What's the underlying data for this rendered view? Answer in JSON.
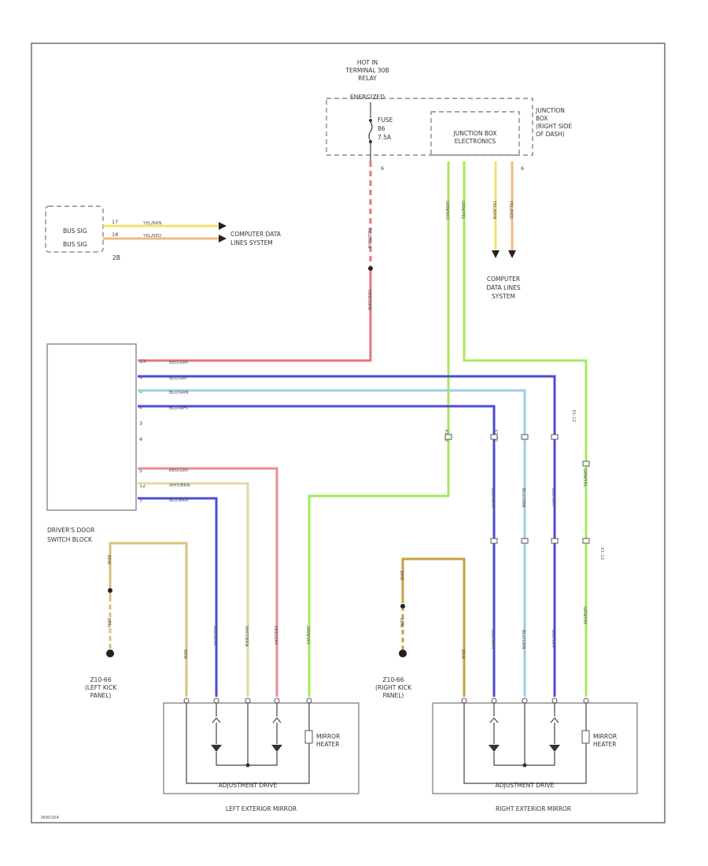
{
  "hot_in": {
    "line1": "HOT IN",
    "line2": "TERMINAL 30B",
    "line3": "RELAY",
    "line4": "ENERGIZED"
  },
  "fuse": {
    "label": "FUSE",
    "number": "86",
    "rating": "7.5A"
  },
  "junction_box": {
    "outer_line1": "JUNCTION",
    "outer_line2": "BOX",
    "outer_line3": "(RIGHT SIDE",
    "outer_line4": "OF DASH)",
    "electronics_line1": "JUNCTION BOX",
    "electronics_line2": "ELECTRONICS",
    "pin_fuse": "6",
    "pin_data": "6"
  },
  "bus_box": {
    "line1": "BUS SIG",
    "line2": "BUS SIG",
    "ref": "2B",
    "pin1": "17",
    "pin2": "18",
    "wire1": "YEL/BRN",
    "wire2": "YEL/RED"
  },
  "computer_data_lines_left": {
    "line1": "COMPUTER DATA",
    "line2": "LINES SYSTEM"
  },
  "computer_data_lines_right": {
    "line1": "COMPUTER",
    "line2": "DATA LINES",
    "line3": "SYSTEM"
  },
  "drivers_door_switch": {
    "line1": "DRIVER'S DOOR",
    "line2": "SWITCH BLOCK",
    "pins": [
      "13",
      "1",
      "8",
      "2",
      "3",
      "4",
      "5",
      "12",
      "7"
    ]
  },
  "wires": {
    "fuse_wire": "RED/GRN",
    "green_a": "GRN/VIO",
    "green_b": "GRN/YEL",
    "yellow_a": "YEL/BRN",
    "yellow_b": "YEL/RED",
    "red_gry": "RED/GRY",
    "blu_gry": "BLU/GRY",
    "blu_grn": "BLU/GRN",
    "blu_wht": "BLU/WHT",
    "red_gry_2": "RED/GRY",
    "wht_brn": "WHT/BRN",
    "blu_brn": "BLU/BRN",
    "brn": "BRN"
  },
  "connector_refs": [
    "X1-12",
    "X1-12",
    "X1-12",
    "X1-12"
  ],
  "grounds": {
    "left_line1": "Z10-66",
    "left_line2": "(LEFT KICK",
    "left_line3": "PANEL)",
    "right_line1": "Z10-66",
    "right_line2": "(RIGHT KICK",
    "right_line3": "PANEL)"
  },
  "left_mirror": {
    "title": "LEFT EXTERIOR MIRROR",
    "drive_label": "ADJUSTMENT DRIVE",
    "heater_line1": "MIRROR",
    "heater_line2": "HEATER"
  },
  "right_mirror": {
    "title": "RIGHT EXTERIOR MIRROR",
    "drive_label": "ADJUSTMENT DRIVE",
    "heater_line1": "MIRROR",
    "heater_line2": "HEATER"
  },
  "footer_code": "W90164",
  "colors": {
    "red": "#e8737b",
    "green": "#a6e85a",
    "yellow": "#f3e36a",
    "orange": "#f5b880",
    "blue": "#4b4bd8",
    "light_blue": "#9ccfe5",
    "pink": "#f08a94",
    "tan": "#d9c27a",
    "brown": "#c8a23c"
  }
}
